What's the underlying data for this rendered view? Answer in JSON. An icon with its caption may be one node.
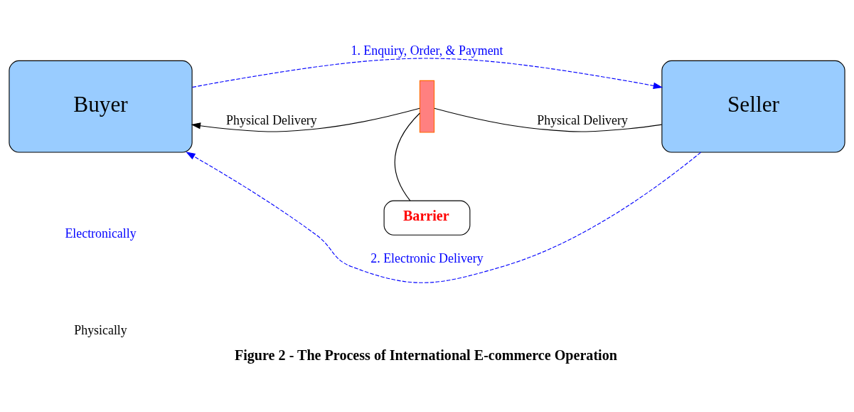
{
  "diagram": {
    "caption": "Figure 2 - The Process of International E-commerce Operation",
    "nodes": [
      {
        "text": [
          "Buyer"
        ]
      },
      {
        "text": [
          "Seller"
        ]
      },
      {
        "text": [],
        "shape": "bar"
      },
      {
        "text": [
          "Barrier"
        ]
      }
    ],
    "edges": [
      {
        "from": 0,
        "to": 1,
        "arrow": "to",
        "label": "1. Enquiry, Order, & Payment",
        "style": "dashed",
        "color": "#0000ff"
      },
      {
        "from": 1,
        "to": 0,
        "arrow": "to",
        "label": "2. Electronic Delivery",
        "style": "dashed",
        "color": "#0000ff"
      },
      {
        "from": 1,
        "to": 2,
        "arrow": "none",
        "label": "Physical Delivery"
      },
      {
        "from": 2,
        "to": 0,
        "arrow": "to",
        "label": "Physical Delivery"
      },
      {
        "from": 3,
        "to": 2,
        "arrow": "none"
      }
    ],
    "legend": [
      {
        "text": "Electronically"
      },
      {
        "text": "Physically"
      }
    ]
  }
}
